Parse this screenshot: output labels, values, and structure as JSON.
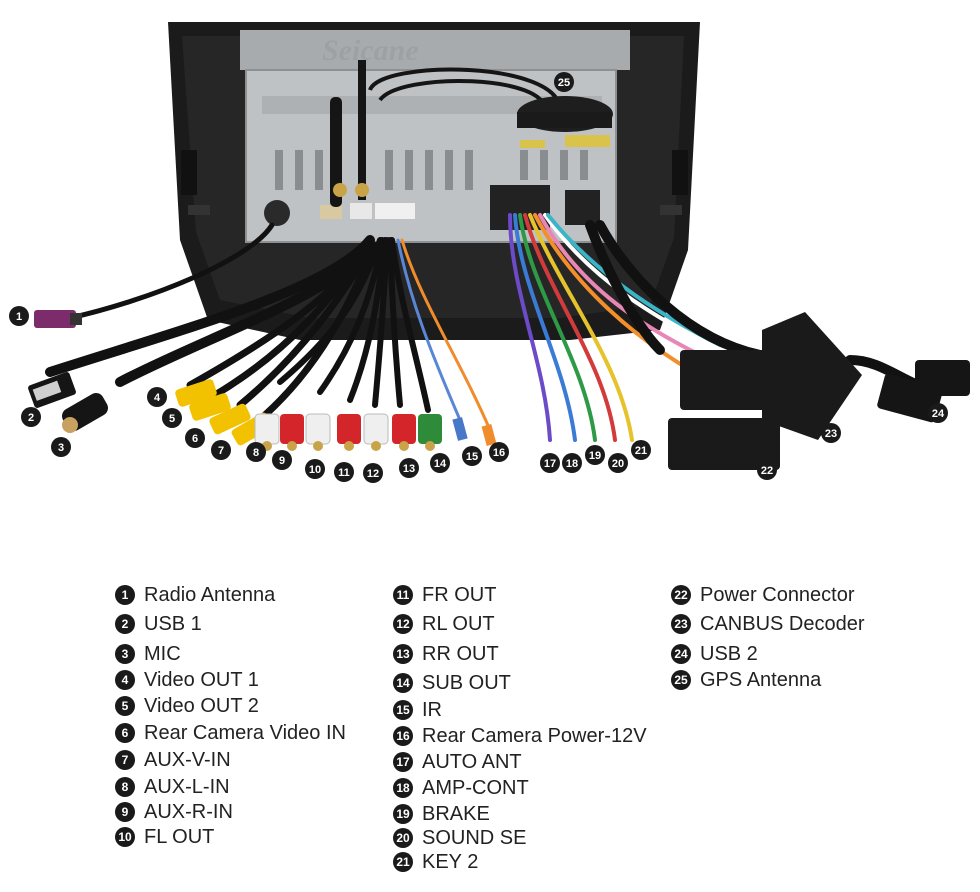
{
  "brand": {
    "watermark": "Seicane"
  },
  "legend": [
    {
      "num": "1",
      "label": "Radio Antenna"
    },
    {
      "num": "2",
      "label": "USB 1"
    },
    {
      "num": "3",
      "label": "MIC"
    },
    {
      "num": "4",
      "label": "Video OUT 1"
    },
    {
      "num": "5",
      "label": "Video OUT 2"
    },
    {
      "num": "6",
      "label": "Rear Camera Video IN"
    },
    {
      "num": "7",
      "label": "AUX-V-IN"
    },
    {
      "num": "8",
      "label": "AUX-L-IN"
    },
    {
      "num": "9",
      "label": "AUX-R-IN"
    },
    {
      "num": "10",
      "label": "FL OUT"
    },
    {
      "num": "11",
      "label": "FR OUT"
    },
    {
      "num": "12",
      "label": "RL OUT"
    },
    {
      "num": "13",
      "label": "RR OUT"
    },
    {
      "num": "14",
      "label": "SUB OUT"
    },
    {
      "num": "15",
      "label": "IR"
    },
    {
      "num": "16",
      "label": "Rear Camera Power-12V"
    },
    {
      "num": "17",
      "label": "AUTO ANT"
    },
    {
      "num": "18",
      "label": "AMP-CONT"
    },
    {
      "num": "19",
      "label": "BRAKE"
    },
    {
      "num": "20",
      "label": "SOUND SE"
    },
    {
      "num": "21",
      "label": "KEY 2"
    },
    {
      "num": "22",
      "label": "Power Connector"
    },
    {
      "num": "23",
      "label": "CANBUS Decoder"
    },
    {
      "num": "24",
      "label": "USB 2"
    },
    {
      "num": "25",
      "label": "GPS Antenna"
    }
  ],
  "colors": {
    "rca_yellow": "#f2c200",
    "rca_red": "#d4262a",
    "rca_white": "#efefef",
    "rca_green": "#2e8b3a",
    "chassis": "#bfc2c4",
    "bezel": "#1b1b1b",
    "cable": "#111111"
  }
}
